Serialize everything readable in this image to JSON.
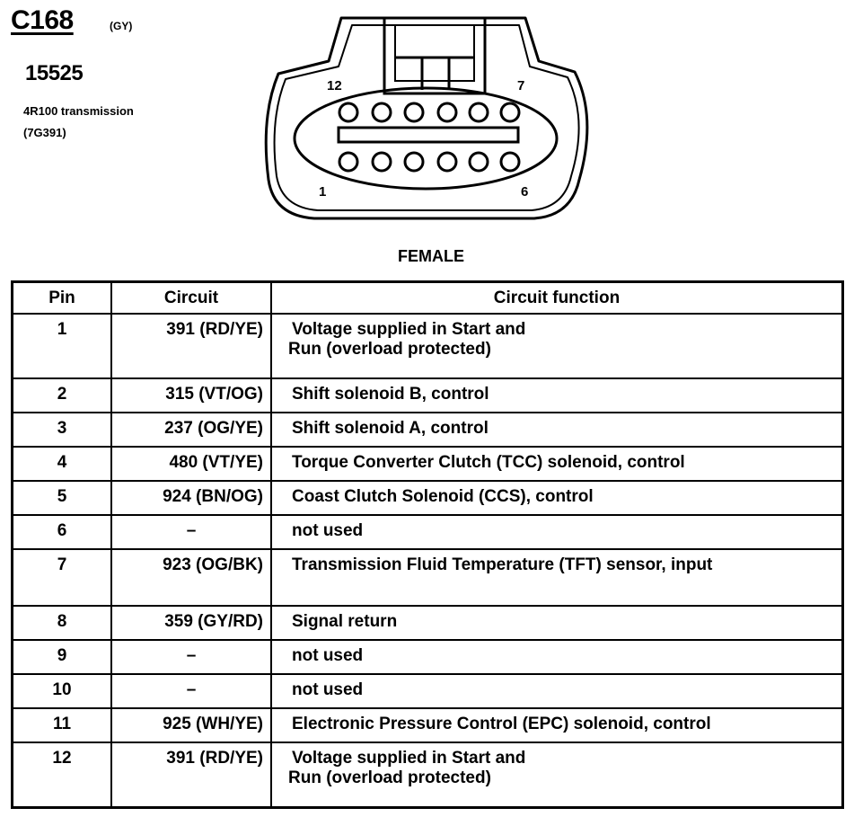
{
  "header": {
    "connector_id": "C168",
    "color_code": "(GY)",
    "part_number": "15525",
    "description_line1": "4R100 transmission",
    "description_line2": "(7G391)"
  },
  "connector": {
    "pin_label_top_left": "12",
    "pin_label_top_right": "7",
    "pin_label_bottom_left": "1",
    "pin_label_bottom_right": "6",
    "view_label": "FEMALE"
  },
  "table": {
    "columns": [
      "Pin",
      "Circuit",
      "Circuit function"
    ],
    "rows": [
      {
        "pin": "1",
        "circuit": "391 (RD/YE)",
        "function": [
          "Voltage supplied in Start and",
          "Run (overload protected)"
        ]
      },
      {
        "pin": "2",
        "circuit": "315 (VT/OG)",
        "function": [
          "Shift solenoid B, control"
        ]
      },
      {
        "pin": "3",
        "circuit": "237 (OG/YE)",
        "function": [
          "Shift solenoid A, control"
        ]
      },
      {
        "pin": "4",
        "circuit": "480 (VT/YE)",
        "function": [
          "Torque Converter Clutch (TCC) solenoid, control"
        ]
      },
      {
        "pin": "5",
        "circuit": "924 (BN/OG)",
        "function": [
          "Coast Clutch Solenoid (CCS), control"
        ]
      },
      {
        "pin": "6",
        "circuit": "–",
        "function": [
          "not used"
        ]
      },
      {
        "pin": "7",
        "circuit": "923 (OG/BK)",
        "function": [
          "Transmission Fluid Temperature (TFT) sensor, input"
        ]
      },
      {
        "pin": "8",
        "circuit": "359 (GY/RD)",
        "function": [
          "Signal return"
        ]
      },
      {
        "pin": "9",
        "circuit": "–",
        "function": [
          "not used"
        ]
      },
      {
        "pin": "10",
        "circuit": "–",
        "function": [
          "not used"
        ]
      },
      {
        "pin": "11",
        "circuit": "925 (WH/YE)",
        "function": [
          "Electronic Pressure Control (EPC) solenoid, control"
        ]
      },
      {
        "pin": "12",
        "circuit": "391 (RD/YE)",
        "function": [
          "Voltage supplied in Start and",
          "Run (overload protected)"
        ]
      }
    ]
  }
}
